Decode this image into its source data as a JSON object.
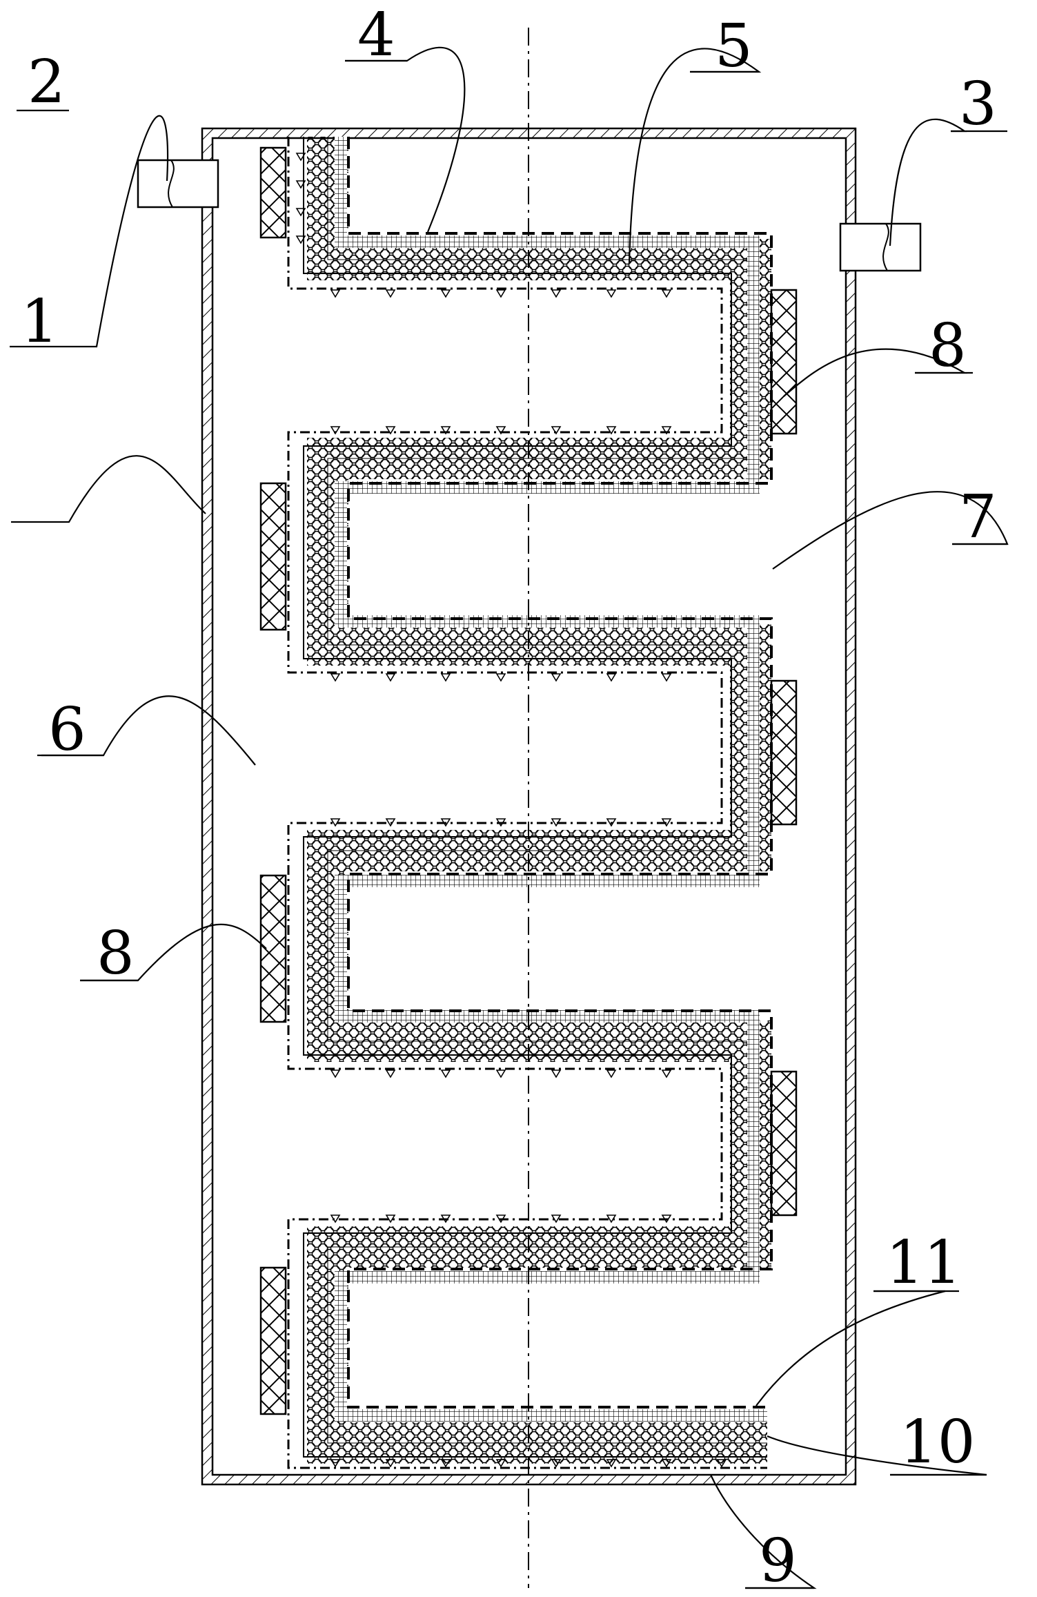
{
  "diagram": {
    "labels": {
      "shell": "1",
      "port_left": "2",
      "port_right": "3",
      "item_4": "4",
      "item_5": "5",
      "chamber_left": "6",
      "chamber_right": "7",
      "support_upper": "8",
      "support_lower": "8",
      "item_9": "9",
      "item_10": "10",
      "item_11": "11"
    },
    "colors": {
      "line": "#000000",
      "background": "#ffffff"
    }
  }
}
